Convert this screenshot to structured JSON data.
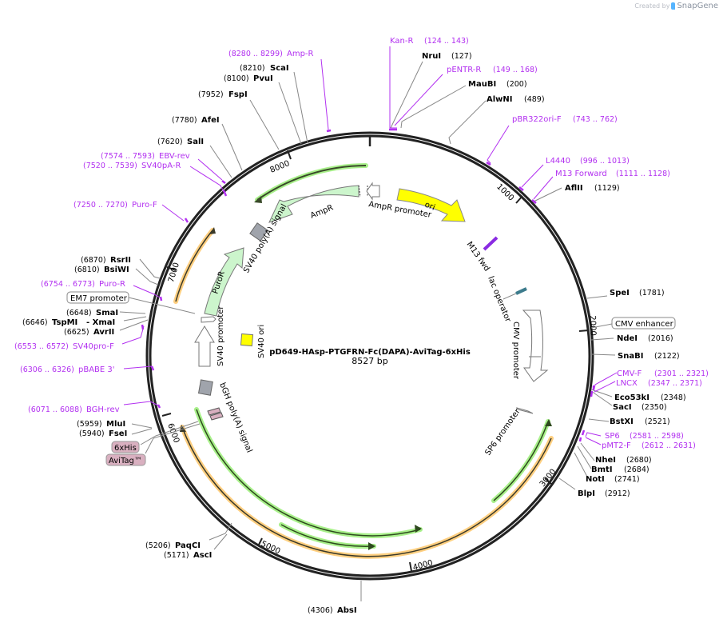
{
  "credit": {
    "prefix": "Created by",
    "brand": "SnapGene"
  },
  "plasmid": {
    "name": "pD649-HAsp-PTGFRN-Fc(DAPA)-AviTag-6xHis",
    "length": "8527 bp"
  },
  "ticks": [
    "1000",
    "2000",
    "3000",
    "4000",
    "5000",
    "6000",
    "7000",
    "8000"
  ],
  "enzymes": [
    {
      "name": "NruI",
      "pos": "(127)"
    },
    {
      "name": "MauBI",
      "pos": "(200)"
    },
    {
      "name": "AlwNI",
      "pos": "(489)"
    },
    {
      "name": "AflII",
      "pos": "(1129)"
    },
    {
      "name": "SpeI",
      "pos": "(1781)"
    },
    {
      "name": "NdeI",
      "pos": "(2016)"
    },
    {
      "name": "SnaBI",
      "pos": "(2122)"
    },
    {
      "name": "Eco53kI",
      "pos": "(2348)"
    },
    {
      "name": "SacI",
      "pos": "(2350)"
    },
    {
      "name": "BstXI",
      "pos": "(2521)"
    },
    {
      "name": "NheI",
      "pos": "(2680)"
    },
    {
      "name": "BmtI",
      "pos": "(2684)"
    },
    {
      "name": "NotI",
      "pos": "(2741)"
    },
    {
      "name": "BlpI",
      "pos": "(2912)"
    },
    {
      "name": "AbsI",
      "pos": "(4306)"
    },
    {
      "name": "AscI",
      "pos": "(5171)"
    },
    {
      "name": "PaqCI",
      "pos": "(5206)"
    },
    {
      "name": "FseI",
      "pos": "(5940)"
    },
    {
      "name": "MluI",
      "pos": "(5959)"
    },
    {
      "name": "AvrII",
      "pos": "(6625)"
    },
    {
      "name": "TspMI",
      "pos": "(6646)"
    },
    {
      "name": "- XmaI",
      "pos": ""
    },
    {
      "name": "SmaI",
      "pos": "(6648)"
    },
    {
      "name": "BsiWI",
      "pos": "(6810)"
    },
    {
      "name": "RsrII",
      "pos": "(6870)"
    },
    {
      "name": "SalI",
      "pos": "(7620)"
    },
    {
      "name": "AfeI",
      "pos": "(7780)"
    },
    {
      "name": "FspI",
      "pos": "(7952)"
    },
    {
      "name": "PvuI",
      "pos": "(8100)"
    },
    {
      "name": "ScaI",
      "pos": "(8210)"
    }
  ],
  "primers": [
    {
      "name": "Kan-R",
      "range": "(124 .. 143)"
    },
    {
      "name": "pENTR-R",
      "range": "(149 .. 168)"
    },
    {
      "name": "pBR322ori-F",
      "range": "(743 .. 762)"
    },
    {
      "name": "L4440",
      "range": "(996 .. 1013)"
    },
    {
      "name": "M13 Forward",
      "range": "(1111 .. 1128)"
    },
    {
      "name": "CMV-F",
      "range": "(2301 .. 2321)"
    },
    {
      "name": "LNCX",
      "range": "(2347 .. 2371)"
    },
    {
      "name": "SP6",
      "range": "(2581 .. 2598)"
    },
    {
      "name": "pMT2-F",
      "range": "(2612 .. 2631)"
    },
    {
      "name": "BGH-rev",
      "range": "(6071 .. 6088)"
    },
    {
      "name": "pBABE 3'",
      "range": "(6306 .. 6326)"
    },
    {
      "name": "SV40pro-F",
      "range": "(6553 .. 6572)"
    },
    {
      "name": "Puro-R",
      "range": "(6754 .. 6773)"
    },
    {
      "name": "Puro-F",
      "range": "(7250 .. 7270)"
    },
    {
      "name": "SV40pA-R",
      "range": "(7520 .. 7539)"
    },
    {
      "name": "EBV-rev",
      "range": "(7574 .. 7593)"
    },
    {
      "name": "Amp-R",
      "range": "(8280 .. 8299)"
    }
  ],
  "boxed_features": {
    "cmv_enhancer": "CMV enhancer",
    "em7_promoter": "EM7 promoter",
    "sixhis": "6xHis",
    "avitag": "AviTag™"
  },
  "features": {
    "ori": "ori",
    "ampr_promoter": "AmpR promoter",
    "ampr": "AmpR",
    "sv40_polya": "SV40 poly(A) signal",
    "puror": "PuroR",
    "sv40_promoter": "SV40 promoter",
    "sv40_ori": "SV40 ori",
    "bgh_polya": "bGH poly(A) signal",
    "m13_fwd": "M13 fwd",
    "lac_operator": "lac operator",
    "cmv_promoter": "CMV promoter",
    "sp6_promoter": "SP6 promoter"
  },
  "colors": {
    "primer": "#b230f0",
    "ori": "#ffff00",
    "ampr": "#ccf5cc",
    "orf_green": "#a8f08a",
    "orf_orange": "#ffcf80",
    "polya": "#a0a4ac",
    "tag": "#d9b0c0",
    "lac_operator": "#3c7b8c",
    "m13": "#8a2be2"
  }
}
